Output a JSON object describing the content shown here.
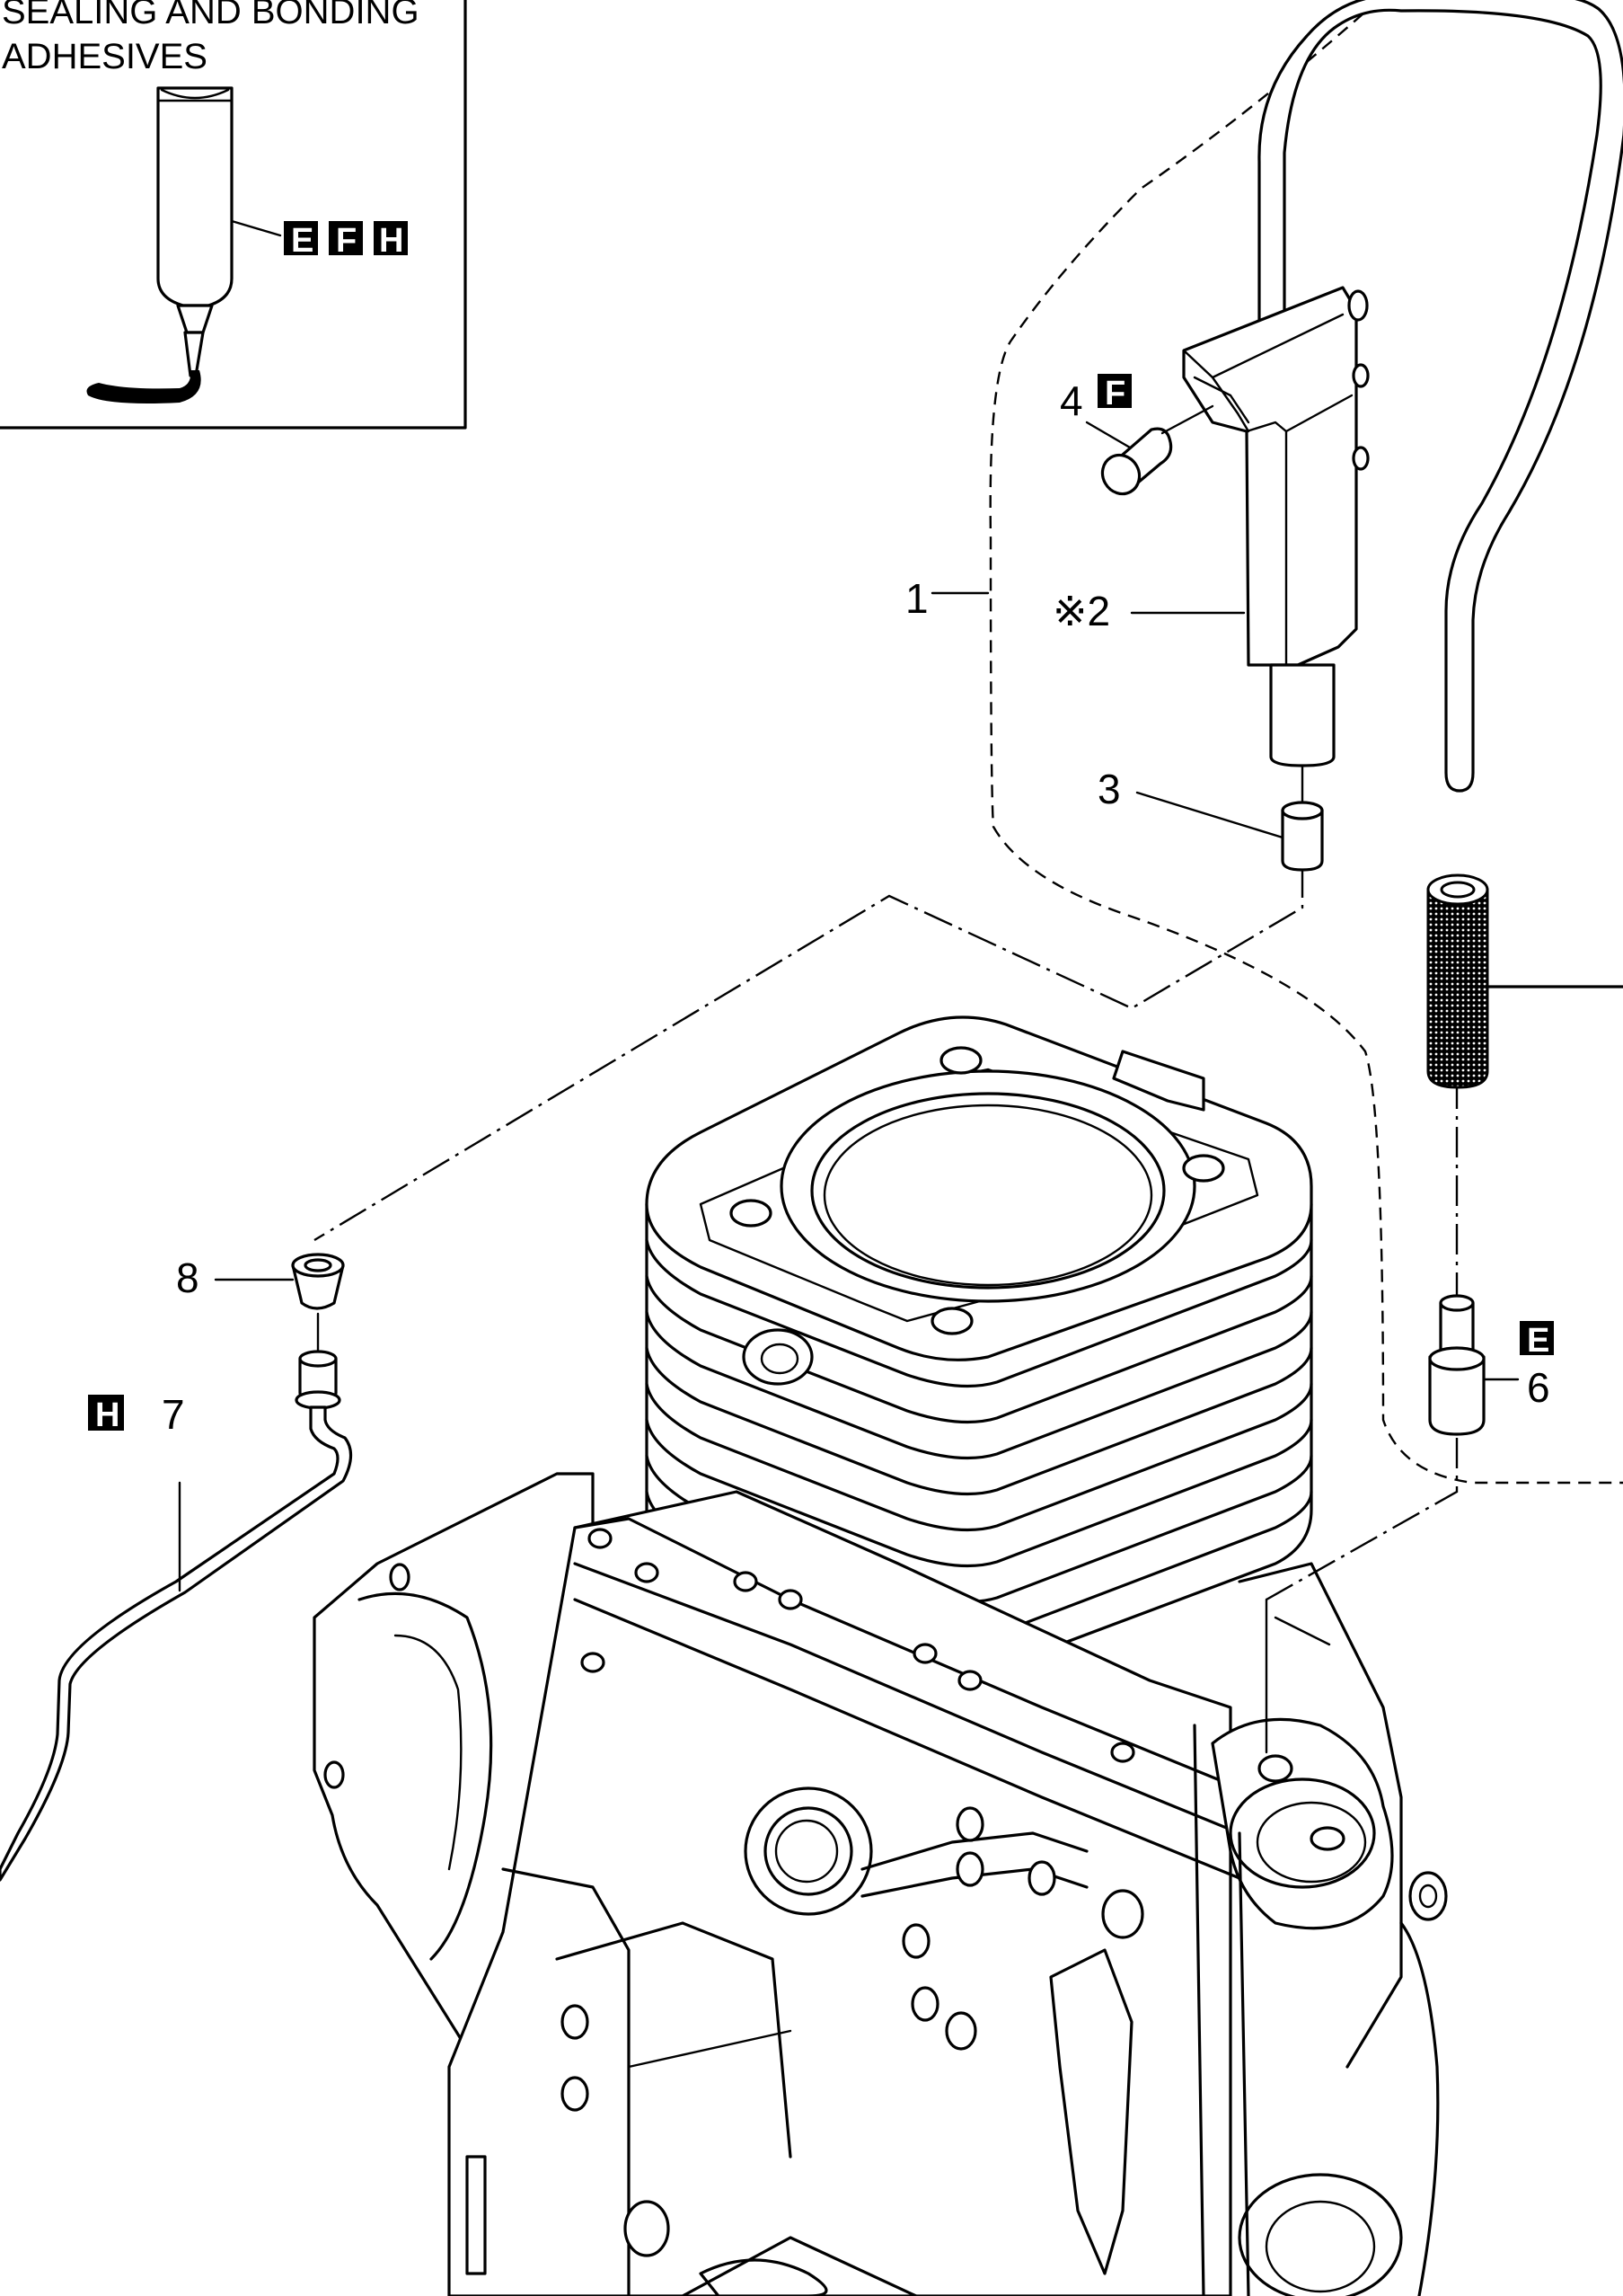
{
  "legend": {
    "line1": "SEALING AND BONDING",
    "line2": "ADHESIVES",
    "badges": [
      "E",
      "F",
      "H"
    ]
  },
  "callouts": {
    "c1": "1",
    "c2": "※2",
    "c3": "3",
    "c4": "4",
    "c4_badge": "F",
    "c6": "6",
    "c6_badge": "E",
    "c7": "7",
    "c7_badge": "H",
    "c8": "8"
  },
  "icons": {
    "tube": "adhesive-tube-icon",
    "badge": "adhesive-code-badge"
  }
}
